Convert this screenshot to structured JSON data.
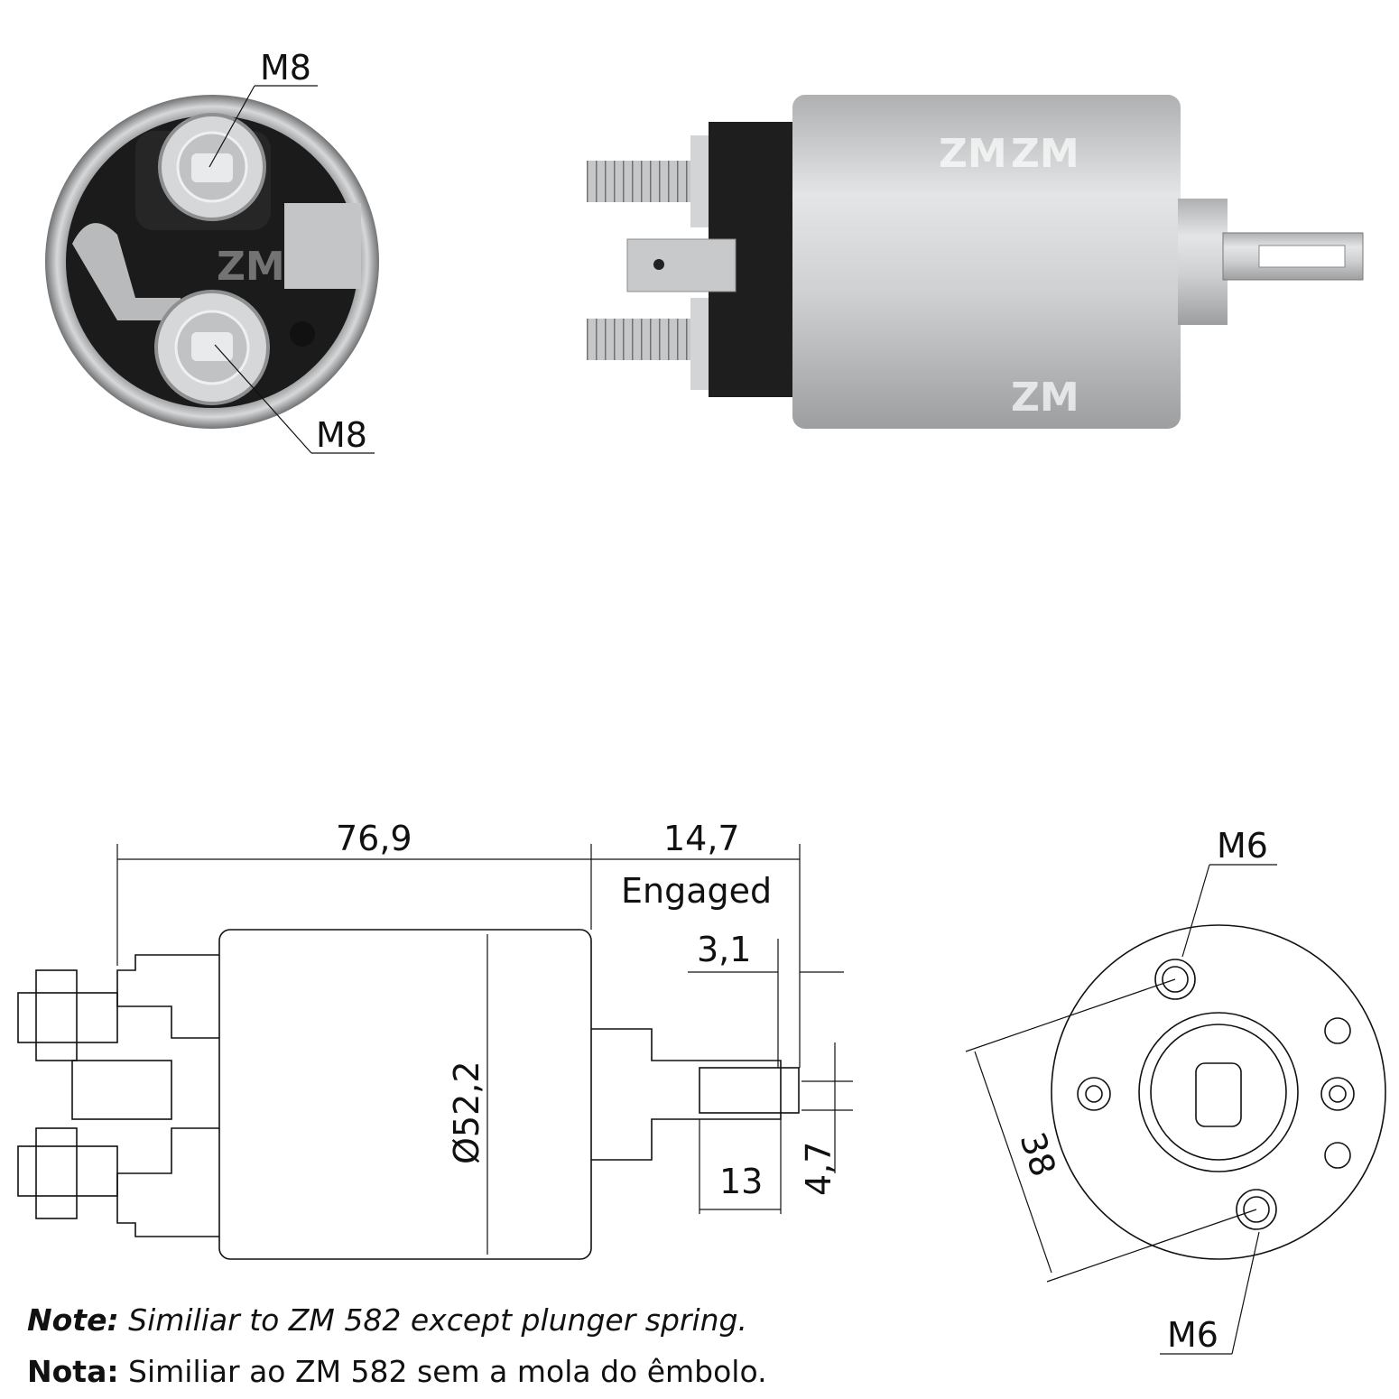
{
  "watermark": "ZM",
  "photo_end_view": {
    "label_top": "M8",
    "label_bottom": "M8"
  },
  "drawing_side": {
    "length": "76,9",
    "stroke": "14,7",
    "stroke_note": "Engaged",
    "tab_offset": "3,1",
    "diameter": "Ø52,2",
    "tab_length": "13",
    "tab_width": "4,7"
  },
  "drawing_end": {
    "label_top": "M6",
    "label_bottom": "M6",
    "hole_spacing": "38"
  },
  "notes": {
    "en_label": "Note:",
    "en_text": " Similiar to ZM 582 except plunger spring.",
    "pt_label": "Nota:",
    "pt_text": " Similiar ao ZM 582 sem a mola do êmbolo."
  },
  "colors": {
    "body_metal": "#c9cacb",
    "housing": "#1e1e1e",
    "line": "#111111"
  }
}
